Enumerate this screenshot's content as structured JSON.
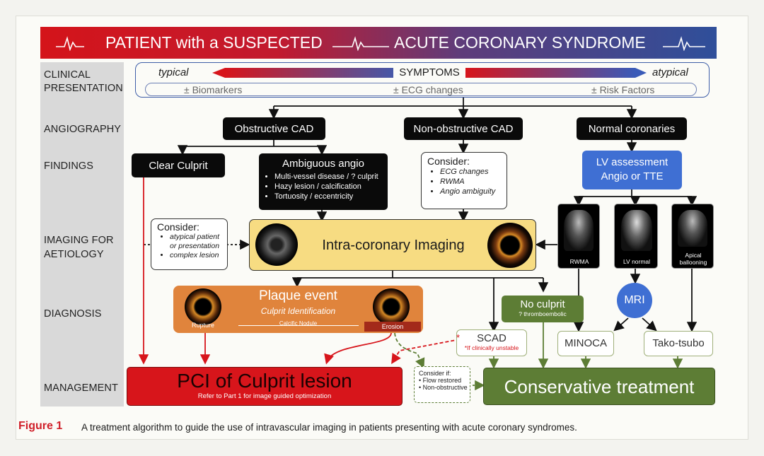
{
  "banner": {
    "left": "PATIENT with a SUSPECTED",
    "right": "ACUTE CORONARY SYNDROME"
  },
  "rows": {
    "clinical": "CLINICAL\nPRESENTATION",
    "angiography": "ANGIOGRAPHY",
    "findings": "FINDINGS",
    "imaging": "IMAGING FOR\nAETIOLOGY",
    "diagnosis": "DIAGNOSIS",
    "management": "MANAGEMENT"
  },
  "symptoms": {
    "left": "typical",
    "center": "SYMPTOMS",
    "right": "atypical",
    "biomarkers": "± Biomarkers",
    "ecg": "± ECG changes",
    "risk": "± Risk Factors"
  },
  "angio": {
    "obstructive": "Obstructive CAD",
    "non_obstructive": "Non-obstructive CAD",
    "normal": "Normal coronaries"
  },
  "findings": {
    "clear_culprit": "Clear Culprit",
    "ambiguous_title": "Ambiguous angio",
    "ambiguous_items": [
      "Multi-vessel disease / ? culprit",
      "Hazy lesion / calcification",
      "Tortuosity / eccentricity"
    ],
    "consider_title": "Consider:",
    "consider_items": [
      "ECG changes",
      "RWMA",
      "Angio ambiguity"
    ],
    "lv_title": "LV assessment",
    "lv_sub": "Angio or  TTE"
  },
  "imaging": {
    "consider_title": "Consider:",
    "consider_items": [
      "atypical patient or presentation",
      "complex lesion"
    ],
    "intra": "Intra-coronary Imaging",
    "echo_labels": [
      "RWMA",
      "LV normal",
      "Apical ballooning"
    ]
  },
  "diagnosis": {
    "plaque_title": "Plaque event",
    "plaque_sub": "Culprit Identification",
    "rupture": "Rupture",
    "calcific": "Calcific Nodule",
    "erosion": "Erosion",
    "no_culprit": "No culprit",
    "no_culprit_sub": "? thromboembolic",
    "mri": "MRI",
    "scad": "SCAD",
    "scad_note": "*If clinically unstable",
    "minoca": "MINOCA",
    "tako": "Tako-tsubo",
    "star": "*"
  },
  "management": {
    "pci_title": "PCI of Culprit lesion",
    "pci_sub": "Refer to Part 1 for image guided optimization",
    "consider_title": "Consider if:",
    "consider_items": [
      "Flow restored",
      "Non-obstructive"
    ],
    "conservative": "Conservative treatment"
  },
  "caption": {
    "label": "Figure 1",
    "text": "A treatment algorithm to guide the use of intravascular imaging in patients presenting with acute coronary syndromes."
  },
  "colors": {
    "red": "#d7151b",
    "blue": "#3f6fd3",
    "green": "#5d7d35",
    "orange": "#e0843c",
    "yellow": "#f7dc82"
  }
}
